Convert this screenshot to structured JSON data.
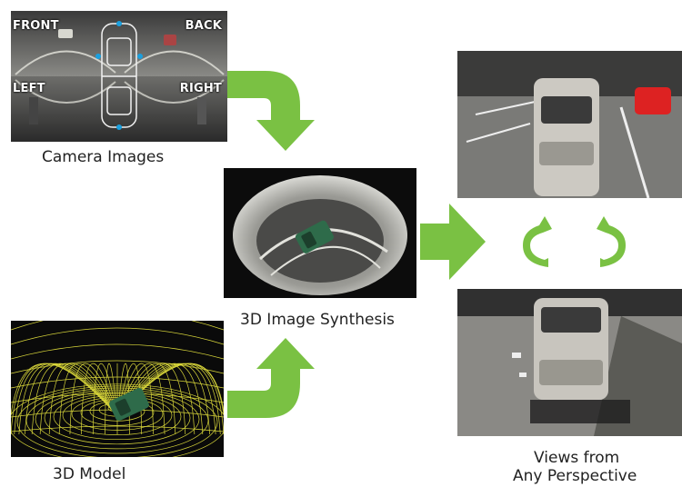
{
  "camera_images": {
    "caption": "Camera Images",
    "labels": {
      "front": "FRONT",
      "back": "BACK",
      "left": "LEFT",
      "right": "RIGHT"
    }
  },
  "synthesis": {
    "caption": "3D Image Synthesis"
  },
  "model": {
    "caption": "3D Model"
  },
  "views": {
    "caption_line1": "Views from",
    "caption_line2": "Any Perspective"
  },
  "colors": {
    "arrow_green": "#7ac143",
    "model_mesh": "#d8d63a",
    "car_green": "#2e6b4a"
  }
}
